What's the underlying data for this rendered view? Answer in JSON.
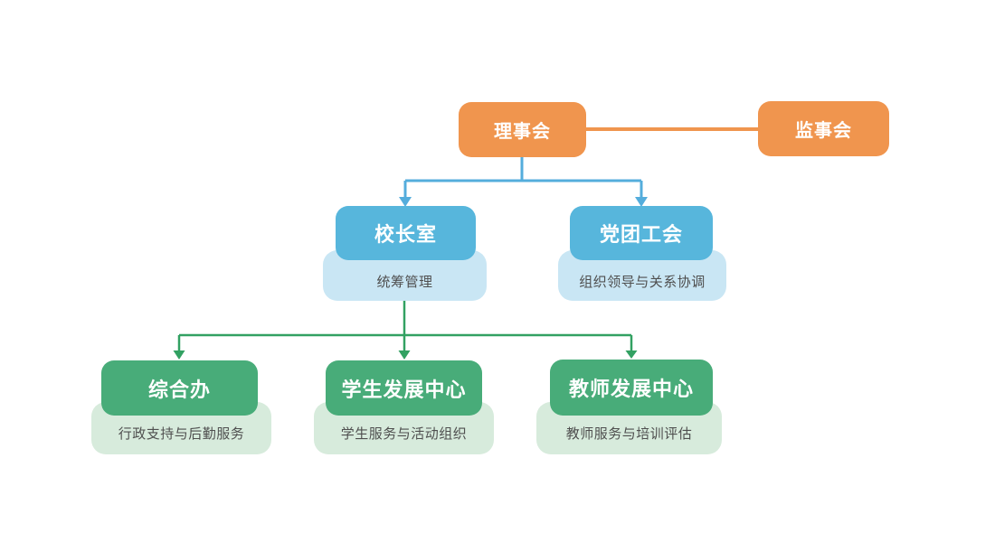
{
  "page": {
    "background": "#ffffff"
  },
  "palette": {
    "orange_node": "#F0954E",
    "blue_node": "#57B6DC",
    "blue_card": "#C9E6F4",
    "blue_connector": "#54ADDC",
    "green_node": "#48AC79",
    "green_card": "#D7EBDC",
    "green_connector": "#32A162",
    "title_text": "#FFFFFF",
    "subtitle_text": "#4F4F4F"
  },
  "org_chart": {
    "nodes": {
      "board": {
        "title": "理事会"
      },
      "supervisory": {
        "title": "监事会"
      },
      "principal_office": {
        "title": "校长室",
        "subtitle": "统筹管理"
      },
      "party_union": {
        "title": "党团工会",
        "subtitle": "组织领导与关系协调"
      },
      "general_office": {
        "title": "综合办",
        "subtitle": "行政支持与后勤服务"
      },
      "student_center": {
        "title": "学生发展中心",
        "subtitle": "学生服务与活动组织"
      },
      "teacher_center": {
        "title": "教师发展中心",
        "subtitle": "教师服务与培训评估"
      }
    }
  }
}
